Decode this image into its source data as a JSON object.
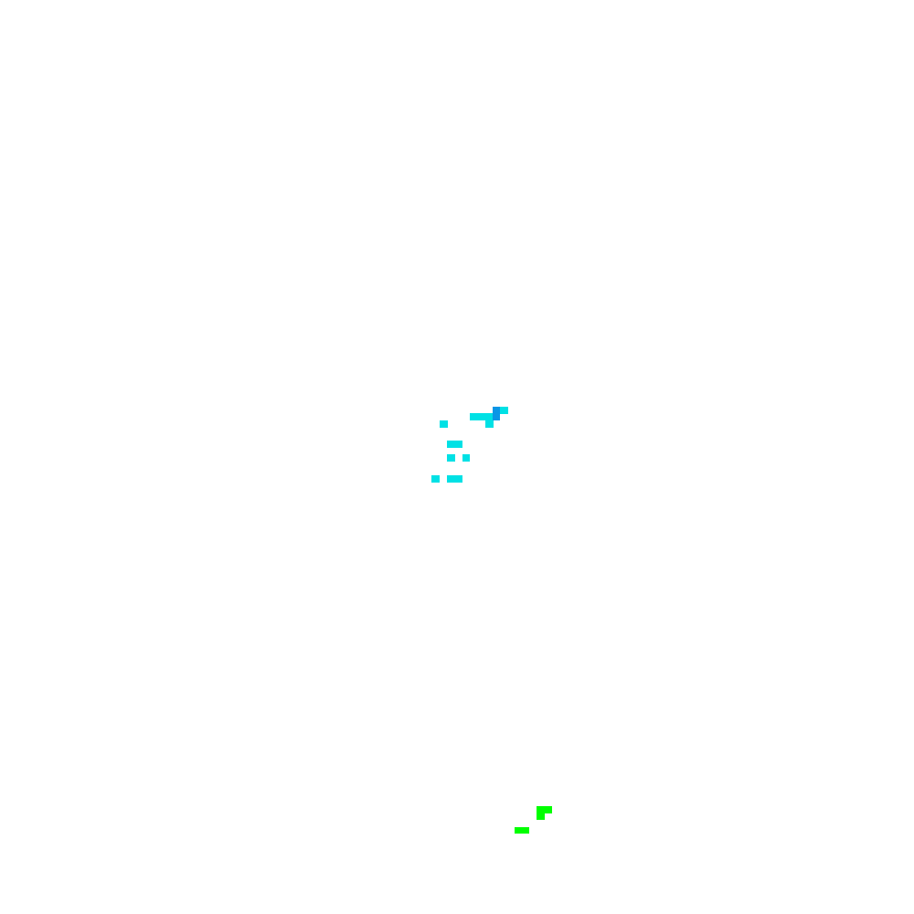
{
  "colors": {
    "background": "#ffffff",
    "cyan": "#00e1e5",
    "blue": "#0a96e6",
    "green": "#00ff00"
  },
  "cells": [
    {
      "id": "c1",
      "color": "blue"
    },
    {
      "id": "c2",
      "color": "cyan"
    },
    {
      "id": "c3",
      "color": "cyan"
    },
    {
      "id": "c4",
      "color": "blue"
    },
    {
      "id": "c5",
      "color": "cyan"
    },
    {
      "id": "c6",
      "color": "cyan"
    },
    {
      "id": "c7",
      "color": "cyan"
    },
    {
      "id": "c8",
      "color": "cyan"
    },
    {
      "id": "c9",
      "color": "cyan"
    },
    {
      "id": "c10",
      "color": "cyan"
    },
    {
      "id": "c11",
      "color": "cyan"
    },
    {
      "id": "g1",
      "color": "green"
    },
    {
      "id": "g2",
      "color": "green"
    },
    {
      "id": "g3",
      "color": "green"
    }
  ]
}
